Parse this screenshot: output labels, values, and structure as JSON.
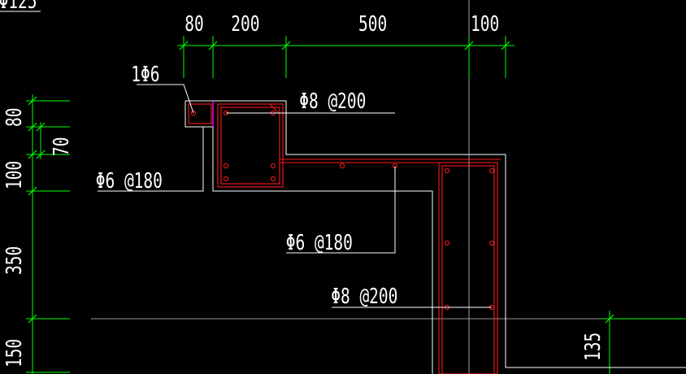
{
  "drawing": {
    "corner_label": "Φ125",
    "top_dimensions": [
      "80",
      "200",
      "500",
      "100"
    ],
    "left_dimensions": [
      "80",
      "70",
      "100",
      "350",
      "150"
    ],
    "right_dimension": "135",
    "labels": {
      "tie_bar": "1Φ6",
      "beam_stirrup": "Φ8 @200",
      "slab_dist_bar": "Φ6 @180",
      "slab_main_bar": "Φ6 @180",
      "wall_bar": "Φ8 @200"
    },
    "colors": {
      "background": "#000000",
      "dimension": "#00ff00",
      "concrete_outline": "#ffffff",
      "rebar": "#ff1a1a",
      "axis": "#c8c8c8"
    }
  }
}
